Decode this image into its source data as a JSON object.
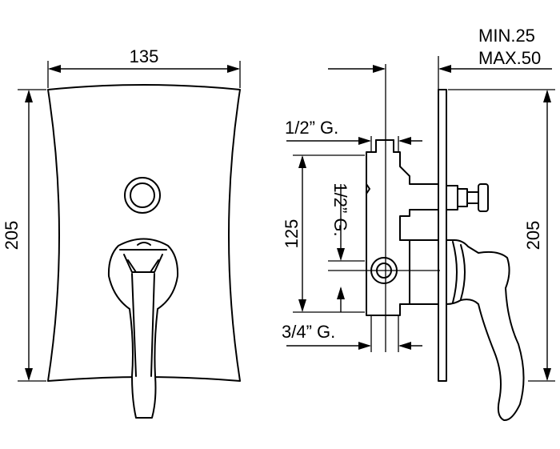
{
  "labels": {
    "front_width": "135",
    "front_height": "205",
    "side_height": "205",
    "inlet_spacing": "125",
    "top_thread": "1/2” G.",
    "side_thread": "1/2” G.",
    "bottom_thread": "3/4” G.",
    "depth_min": "MIN.25",
    "depth_max": "MAX.50"
  }
}
